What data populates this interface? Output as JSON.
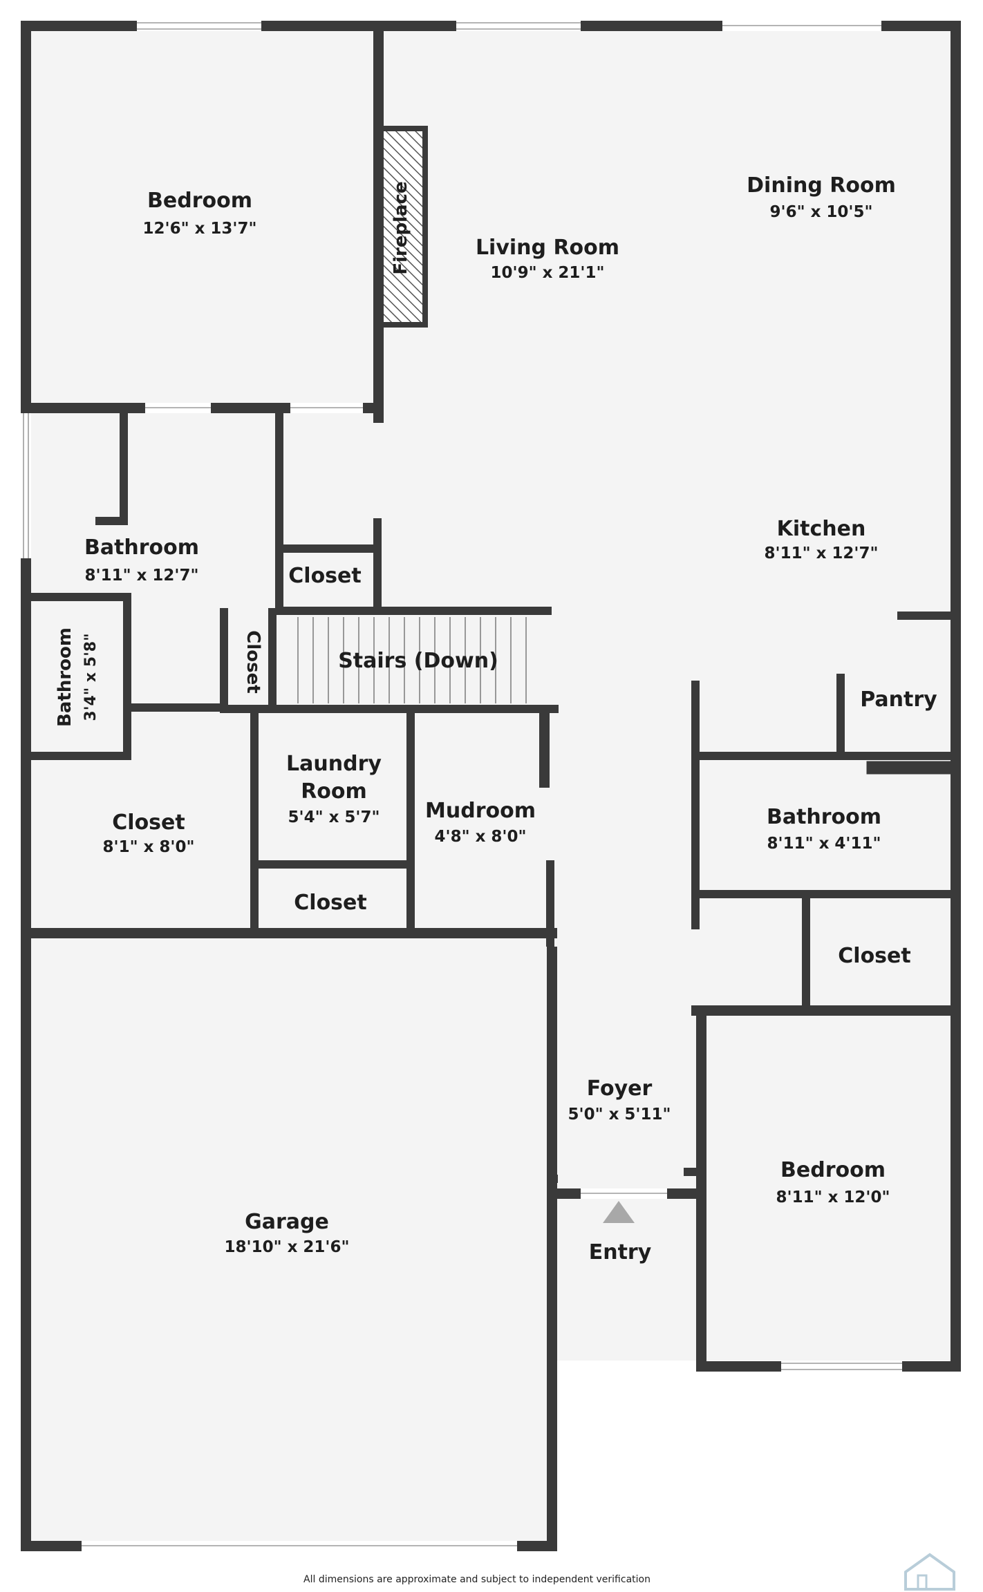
{
  "rooms": {
    "bedroom_nw": {
      "name": "Bedroom",
      "dims": "12'6\" x 13'7\""
    },
    "living_room": {
      "name": "Living Room",
      "dims": "10'9\" x 21'1\""
    },
    "dining_room": {
      "name": "Dining Room",
      "dims": "9'6\" x 10'5\""
    },
    "fireplace": {
      "name": "Fireplace"
    },
    "bathroom_w": {
      "name": "Bathroom",
      "dims": "8'11\" x 12'7\""
    },
    "closet_hall": {
      "name": "Closet"
    },
    "kitchen": {
      "name": "Kitchen",
      "dims": "8'11\" x 12'7\""
    },
    "bathroom_small": {
      "name": "Bathroom",
      "dims": "3'4\" x 5'8\""
    },
    "closet_vertical": {
      "name": "Closet"
    },
    "stairs": {
      "name": "Stairs (Down)"
    },
    "pantry": {
      "name": "Pantry"
    },
    "laundry": {
      "name_line1": "Laundry",
      "name_line2": "Room",
      "dims": "5'4\" x 5'7\""
    },
    "mudroom": {
      "name": "Mudroom",
      "dims": "4'8\" x 8'0\""
    },
    "bathroom_e": {
      "name": "Bathroom",
      "dims": "8'11\" x 4'11\""
    },
    "closet_w": {
      "name": "Closet",
      "dims": "8'1\" x 8'0\""
    },
    "closet_laundry": {
      "name": "Closet"
    },
    "closet_e": {
      "name": "Closet"
    },
    "foyer": {
      "name": "Foyer",
      "dims": "5'0\" x 5'11\""
    },
    "bedroom_se": {
      "name": "Bedroom",
      "dims": "8'11\" x 12'0\""
    },
    "garage": {
      "name": "Garage",
      "dims": "18'10\" x 21'6\""
    },
    "entry": {
      "name": "Entry"
    }
  },
  "footer": {
    "disclaimer": "All dimensions are approximate and subject to independent verification"
  },
  "colors": {
    "wall": "#3a3a3a",
    "floor": "#f4f4f4",
    "entry_arrow": "#a8a8a8"
  },
  "icons": {
    "entry": "triangle-up",
    "brand": "house-outline"
  }
}
